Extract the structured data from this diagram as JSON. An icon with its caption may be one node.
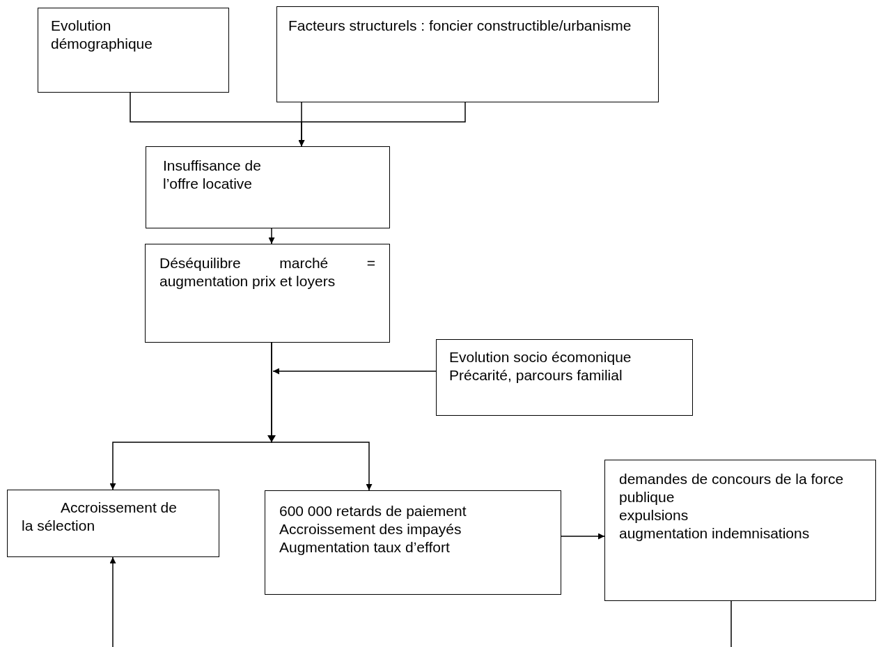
{
  "diagram": {
    "nodes": [
      {
        "text": [
          "Evolution démographique"
        ]
      },
      {
        "text": [
          "Facteurs structurels : foncier constructible/urbanisme"
        ]
      },
      {
        "text": [
          "Insuffisance de l’offre locative"
        ]
      },
      {
        "text": [
          "Déséquilibre marché = augmentation prix et loyers"
        ]
      },
      {
        "text": [
          "Evolution socio écomonique",
          "Précarité, parcours familial"
        ]
      },
      {
        "text": [
          "Accroissement de la sélection"
        ]
      },
      {
        "text": [
          "600 000 retards de paiement",
          "Accroissement des impayés",
          "Augmentation taux d’effort"
        ]
      },
      {
        "text": [
          "demandes de concours de la force publique",
          "expulsions",
          "augmentation indemnisations"
        ]
      }
    ],
    "edges": [
      {
        "from": 0,
        "to": 2,
        "arrow": "to"
      },
      {
        "from": 1,
        "to": 2,
        "arrow": "to"
      },
      {
        "from": 2,
        "to": 3,
        "arrow": "to"
      },
      {
        "from": 4,
        "to": null,
        "arrow": "to"
      },
      {
        "from": 3,
        "to": 5,
        "arrow": "to"
      },
      {
        "from": 3,
        "to": 6,
        "arrow": "to"
      },
      {
        "from": 6,
        "to": 7,
        "arrow": "to"
      },
      {
        "from": null,
        "to": 5,
        "arrow": "to"
      },
      {
        "from": 7,
        "to": null,
        "arrow": "none"
      }
    ]
  }
}
